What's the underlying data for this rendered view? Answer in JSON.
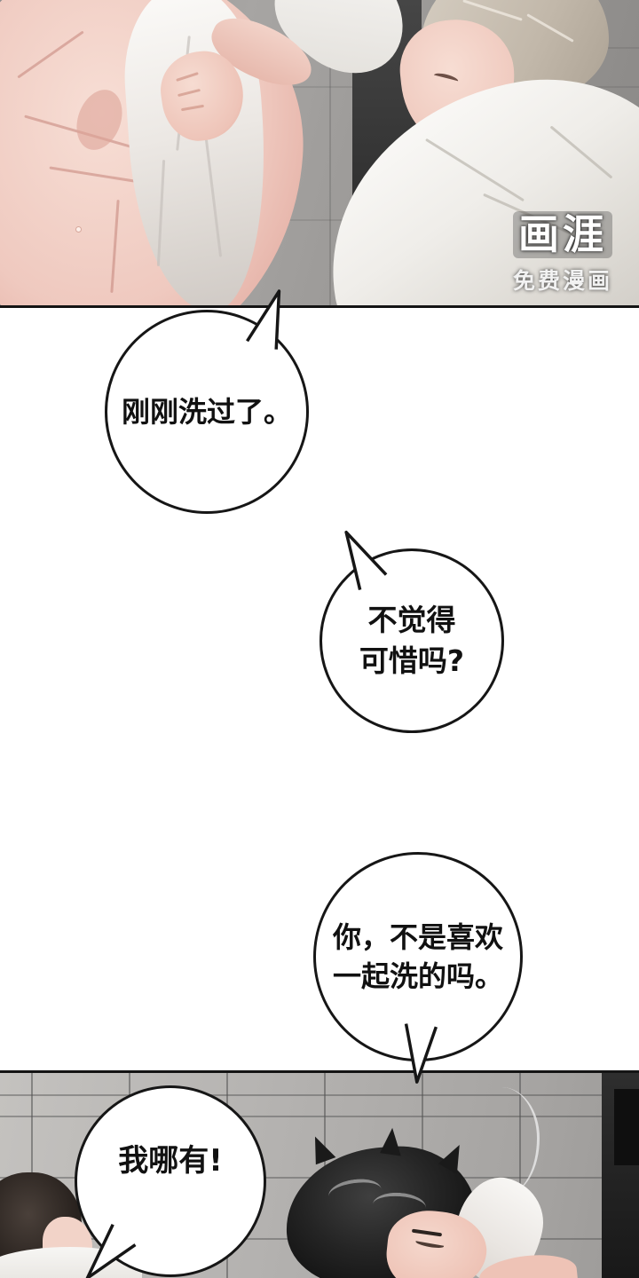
{
  "watermark": {
    "logo": "画涯",
    "subtitle": "免费漫画"
  },
  "bubbles": {
    "b1": {
      "lines": [
        "刚刚洗过了。"
      ]
    },
    "b2": {
      "lines": [
        "不觉得",
        "可惜吗?"
      ]
    },
    "b3": {
      "lines": [
        "你，不是喜欢",
        "一起洗的吗。"
      ]
    },
    "b4": {
      "lines": [
        "我哪有!"
      ]
    }
  },
  "colors": {
    "bubble_border": "#161616",
    "panel_border": "#141414",
    "watermark_text": "#ffffff"
  }
}
